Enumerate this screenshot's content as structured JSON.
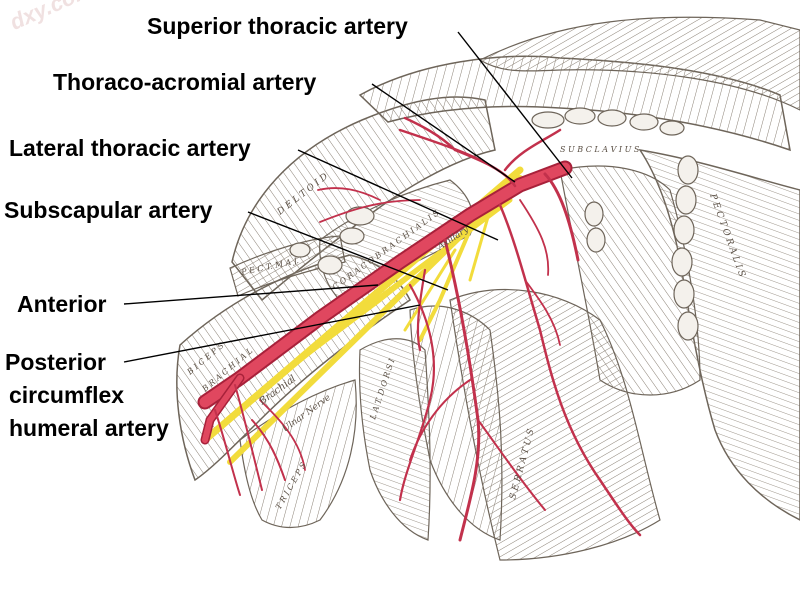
{
  "watermark": "dxy.com",
  "labels": {
    "superior_thoracic": "Superior thoracic artery",
    "thoraco_acromial": "Thoraco-acromial artery",
    "lateral_thoracic": "Lateral thoracic artery",
    "subscapular": "Subscapular artery",
    "anterior": "Anterior",
    "posterior_line1": "Posterior",
    "posterior_line2": "circumflex",
    "posterior_line3": "humeral artery"
  },
  "engraved_text": {
    "deltoid": "D E L T O I D",
    "subclavius": "S U B C L A V I U S",
    "pect_maj": "P E C T. M A J.",
    "pectoralis": "P E C T O R A L I S",
    "coraco_brachialis": "C O R A C O B R A C H I A L I S",
    "biceps": "B I C E P S",
    "brachialis": "B R A C H I A L",
    "triceps": "T R I C E P S",
    "lat_dorsi": "L A T. D O R S I",
    "serratus": "S E R R A T U S",
    "brachial_artery": "Brachial",
    "ulnar_nerve": "Ulnar Nerve",
    "axillary": "Axillary"
  },
  "colors": {
    "artery": "#e0475f",
    "artery_dark": "#a8213a",
    "nerve": "#f2dc3c",
    "muscle_line": "#6e655a",
    "leader": "#000000"
  }
}
